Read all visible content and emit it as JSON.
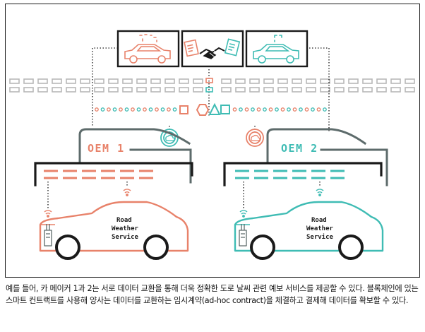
{
  "colors": {
    "coral": "#e8826a",
    "teal": "#3fbcb4",
    "dark": "#1a1a1a",
    "slate": "#5d6b6b",
    "grey": "#b8b8b8"
  },
  "icons": {
    "top_left": "car-with-data-icon",
    "top_middle": "handshake-contract-icon",
    "top_right": "car-with-data-icon",
    "left_badge": "globe-cloud-icon",
    "right_badge": "globe-cloud-icon",
    "shapes": "square-hexagon-triangle-square-icons"
  },
  "oem_left": {
    "label": "OEM 1"
  },
  "oem_right": {
    "label": "OEM 2"
  },
  "car_left": {
    "line1": "Road",
    "line2": "Weather",
    "line3": "Service"
  },
  "car_right": {
    "line1": "Road",
    "line2": "Weather",
    "line3": "Service"
  },
  "caption": "예를 들어, 카 메이커 1과 2는 서로 데이터 교환을 통해 더욱 정확한 도로 날씨 관련 예보 서비스를 제공할 수 있다. 블록체인에 있는 스마트 컨트랙트를 사용해 양사는 데이터를 교환하는 임시계약(ad-hoc contract)을 체결하고 결제해 데이터를 확보할 수 있다."
}
